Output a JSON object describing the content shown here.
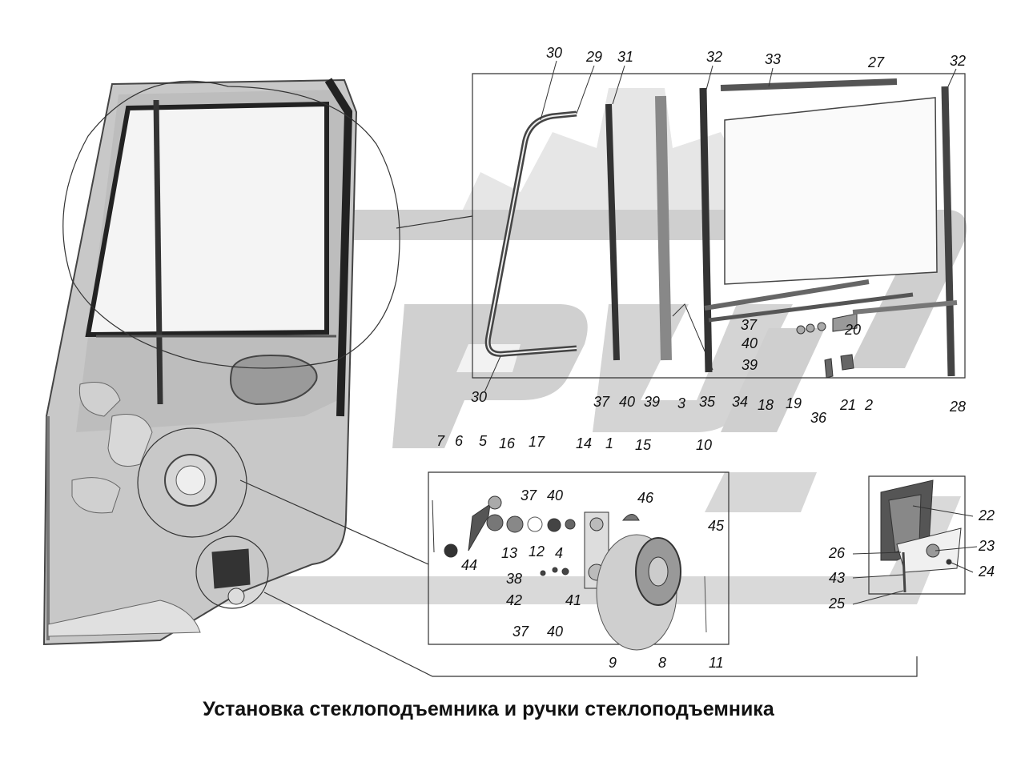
{
  "caption": "Установка стеклоподъемника и ручки стеклоподъемника",
  "callouts": [
    "30",
    "29",
    "31",
    "32",
    "33",
    "27",
    "32",
    "37",
    "20",
    "40",
    "39",
    "30",
    "37",
    "40",
    "39",
    "3",
    "35",
    "34",
    "18",
    "19",
    "36",
    "21",
    "2",
    "28",
    "7",
    "6",
    "5",
    "16",
    "17",
    "14",
    "1",
    "15",
    "10",
    "37",
    "40",
    "46",
    "45",
    "44",
    "13",
    "12",
    "4",
    "38",
    "42",
    "41",
    "37",
    "40",
    "9",
    "8",
    "11",
    "22",
    "23",
    "26",
    "43",
    "24",
    "25"
  ]
}
